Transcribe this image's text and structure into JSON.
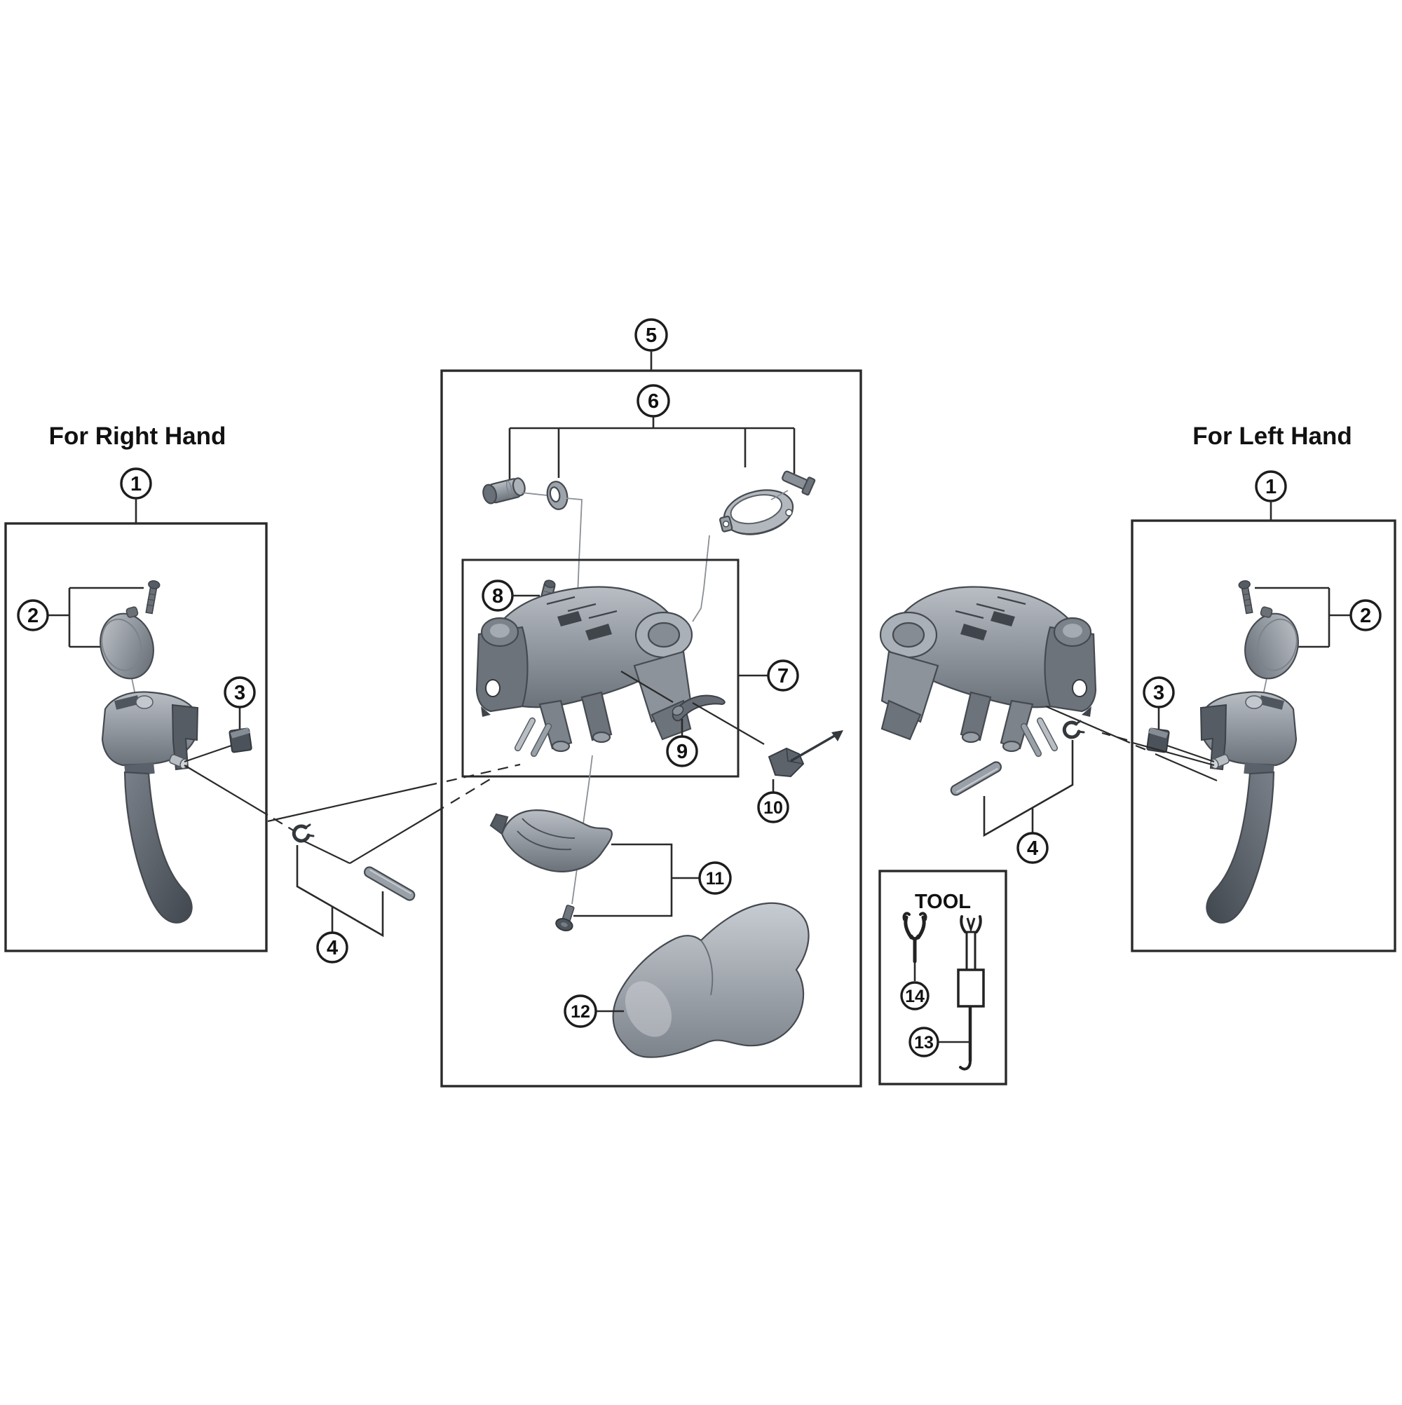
{
  "titles": {
    "right_hand": "For Right Hand",
    "left_hand": "For Left Hand",
    "tool_box": "TOOL"
  },
  "callout_numbers": {
    "n1": "1",
    "n2": "2",
    "n3": "3",
    "n4": "4",
    "n5": "5",
    "n6": "6",
    "n7": "7",
    "n8": "8",
    "n9": "9",
    "n10": "10",
    "n11": "11",
    "n12": "12",
    "n13": "13",
    "n14": "14"
  },
  "colors": {
    "line": "#2a2a2a",
    "part_dark": "#565d65",
    "part_mid": "#8a9097",
    "part_light": "#b8bdc4",
    "background": "#ffffff"
  }
}
